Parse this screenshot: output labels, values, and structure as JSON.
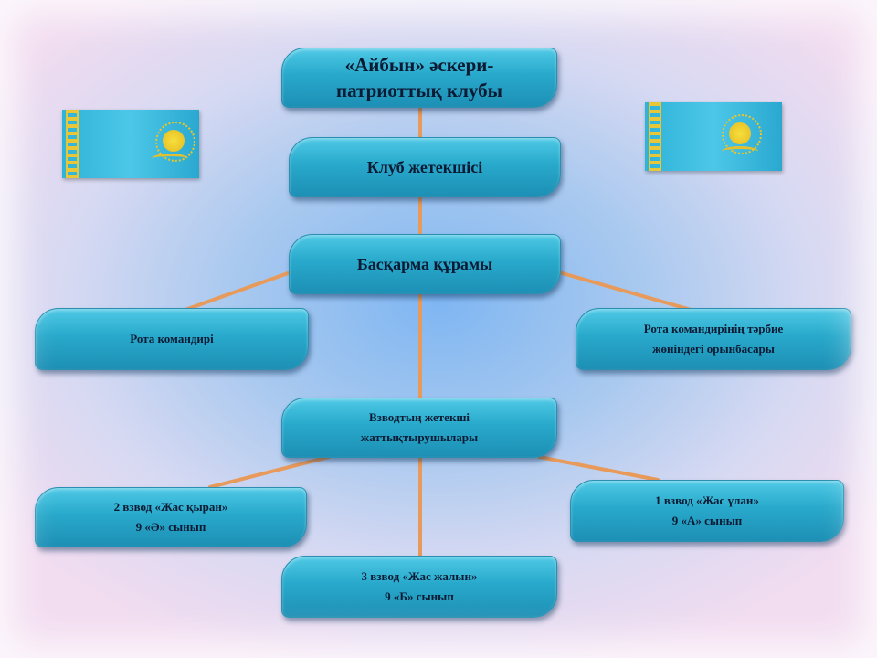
{
  "title_box": {
    "line1": "«Айбын» әскери-",
    "line2": "патриоттық клубы"
  },
  "leader_box": {
    "label": "Клуб жетекшісі"
  },
  "board_box": {
    "label": "Басқарма құрамы"
  },
  "company_commander": {
    "label": "Рота  командирі"
  },
  "deputy_box": {
    "line1": "Рота командирінің тәрбие",
    "line2": "жөніндегі орынбасары"
  },
  "platoon_leaders": {
    "line1": "Взводтың жетекші",
    "line2": "жаттықтырушылары"
  },
  "platoon2": {
    "line1": "2 взвод  «Жас қыран»",
    "line2": "9  «Ә» сынып"
  },
  "platoon1": {
    "line1": "1 взвод  «Жас ұлан»",
    "line2": "9 «А» сынып"
  },
  "platoon3": {
    "line1": "3 взвод  «Жас жалын»",
    "line2": "9  «Б» сынып"
  },
  "colors": {
    "box": "#28a9cb",
    "connector": "#e89a5a",
    "flag": "#2fb3d8",
    "emblem": "#e9c52a"
  },
  "icons": {
    "left_flag": "kazakhstan-flag-icon",
    "right_flag": "kazakhstan-flag-icon"
  }
}
